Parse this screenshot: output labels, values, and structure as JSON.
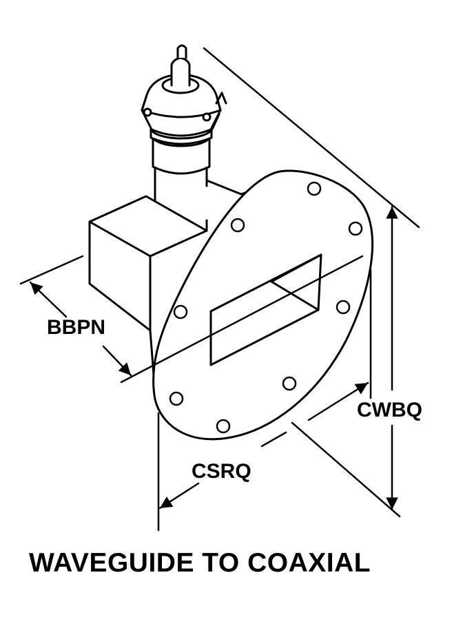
{
  "caption": "WAVEGUIDE TO COAXIAL",
  "dimensions": {
    "bbpn": "BBPN",
    "cwbq": "CWBQ",
    "csrq": "CSRQ"
  },
  "colors": {
    "line": "#000000",
    "background": "#ffffff"
  }
}
